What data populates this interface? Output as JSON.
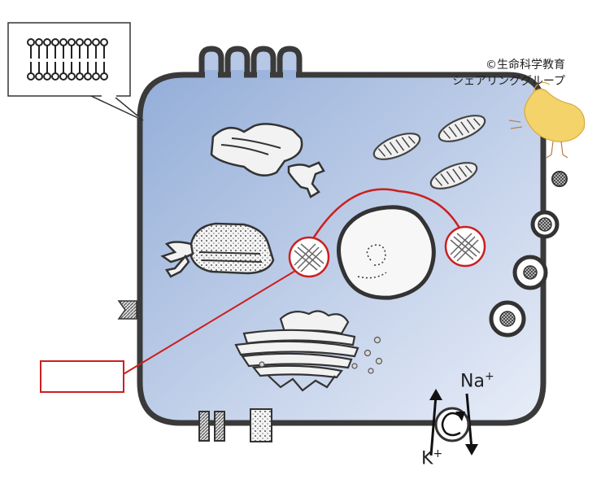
{
  "credit": {
    "line1": "©生命科学教育",
    "line2": "シェアリンググループ"
  },
  "ions": {
    "na": "Na",
    "k": "K",
    "charge": "+"
  },
  "colors": {
    "cytoplasm_top": "#94aed8",
    "cytoplasm_bottom": "#e4eaf6",
    "membrane": "#3a3a3a",
    "highlight": "#cc1f1f"
  }
}
